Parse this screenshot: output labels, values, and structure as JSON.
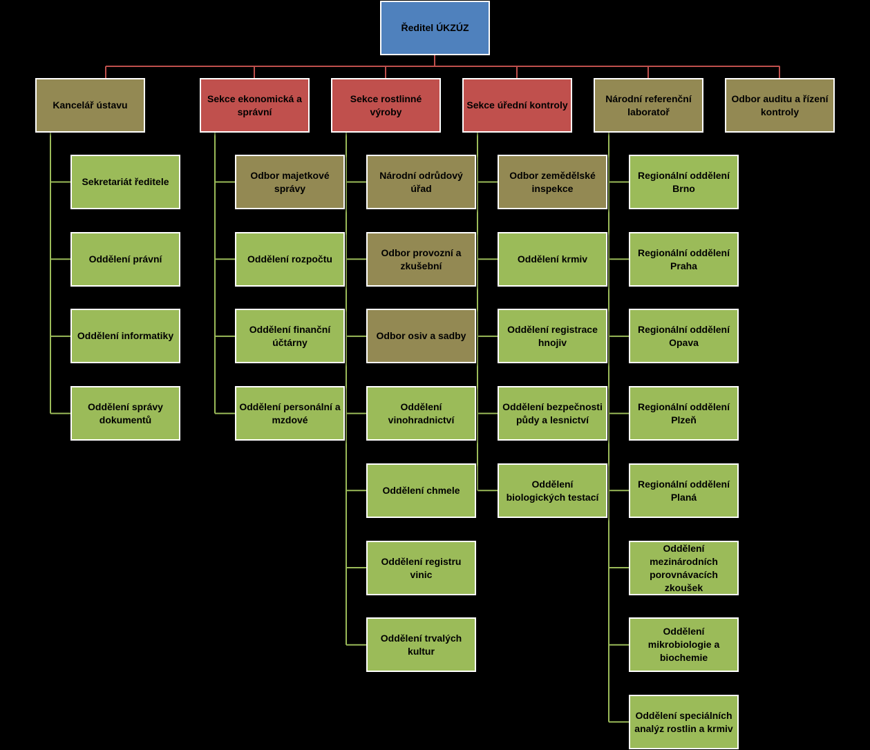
{
  "colors": {
    "background": "#000000",
    "director": "#4f81bd",
    "section_red": "#c0504d",
    "unit_olive": "#938953",
    "department_green": "#9bbb59",
    "connector_top": "#c0504d",
    "connector_red_branch": "#c0504d",
    "connector_green": "#9bbb59"
  },
  "director": {
    "label": "Ředitel  ÚKZÚZ"
  },
  "columns": [
    {
      "label": "Kancelář ústavu",
      "color": "olive",
      "children": [
        {
          "label": "Sekretariát ředitele",
          "color": "green"
        },
        {
          "label": "Oddělení právní",
          "color": "green"
        },
        {
          "label": "Oddělení informatiky",
          "color": "green"
        },
        {
          "label": "Oddělení správy dokumentů",
          "color": "green"
        }
      ]
    },
    {
      "label": "Sekce ekonomická a správní",
      "color": "red",
      "children": [
        {
          "label": "Odbor majetkové správy",
          "color": "olive"
        },
        {
          "label": "Oddělení rozpočtu",
          "color": "green"
        },
        {
          "label": "Oddělení finanční účtárny",
          "color": "green"
        },
        {
          "label": "Oddělení personální a mzdové",
          "color": "green"
        }
      ]
    },
    {
      "label": "Sekce rostlinné výroby",
      "color": "red",
      "children": [
        {
          "label": "Národní odrůdový úřad",
          "color": "olive"
        },
        {
          "label": "Odbor provozní a zkušební",
          "color": "olive"
        },
        {
          "label": "Odbor osiv a sadby",
          "color": "olive"
        },
        {
          "label": "Oddělení vinohradnictví",
          "color": "green"
        },
        {
          "label": "Oddělení chmele",
          "color": "green"
        },
        {
          "label": "Oddělení registru vinic",
          "color": "green"
        },
        {
          "label": "Oddělení trvalých kultur",
          "color": "green"
        }
      ]
    },
    {
      "label": "Sekce úřední kontroly",
      "color": "red",
      "children": [
        {
          "label": "Odbor zemědělské inspekce",
          "color": "olive"
        },
        {
          "label": "Oddělení krmiv",
          "color": "green"
        },
        {
          "label": "Oddělení registrace hnojiv",
          "color": "green"
        },
        {
          "label": "Oddělení bezpečnosti půdy a lesnictví",
          "color": "green"
        },
        {
          "label": "Oddělení biologických testací",
          "color": "green"
        }
      ]
    },
    {
      "label": "Národní referenční laboratoř",
      "color": "olive",
      "children": [
        {
          "label": "Regionální oddělení Brno",
          "color": "green"
        },
        {
          "label": "Regionální oddělení Praha",
          "color": "green"
        },
        {
          "label": "Regionální oddělení Opava",
          "color": "green"
        },
        {
          "label": "Regionální oddělení Plzeň",
          "color": "green"
        },
        {
          "label": "Regionální oddělení Planá",
          "color": "green"
        },
        {
          "label": "Oddělení mezinárodních porovnávacích zkoušek",
          "color": "green"
        },
        {
          "label": "Oddělení mikrobiologie a biochemie",
          "color": "green"
        },
        {
          "label": "Oddělení speciálních analýz rostlin a krmiv",
          "color": "green"
        }
      ]
    },
    {
      "label": "Odbor auditu a řízení kontroly",
      "color": "olive",
      "children": []
    }
  ]
}
